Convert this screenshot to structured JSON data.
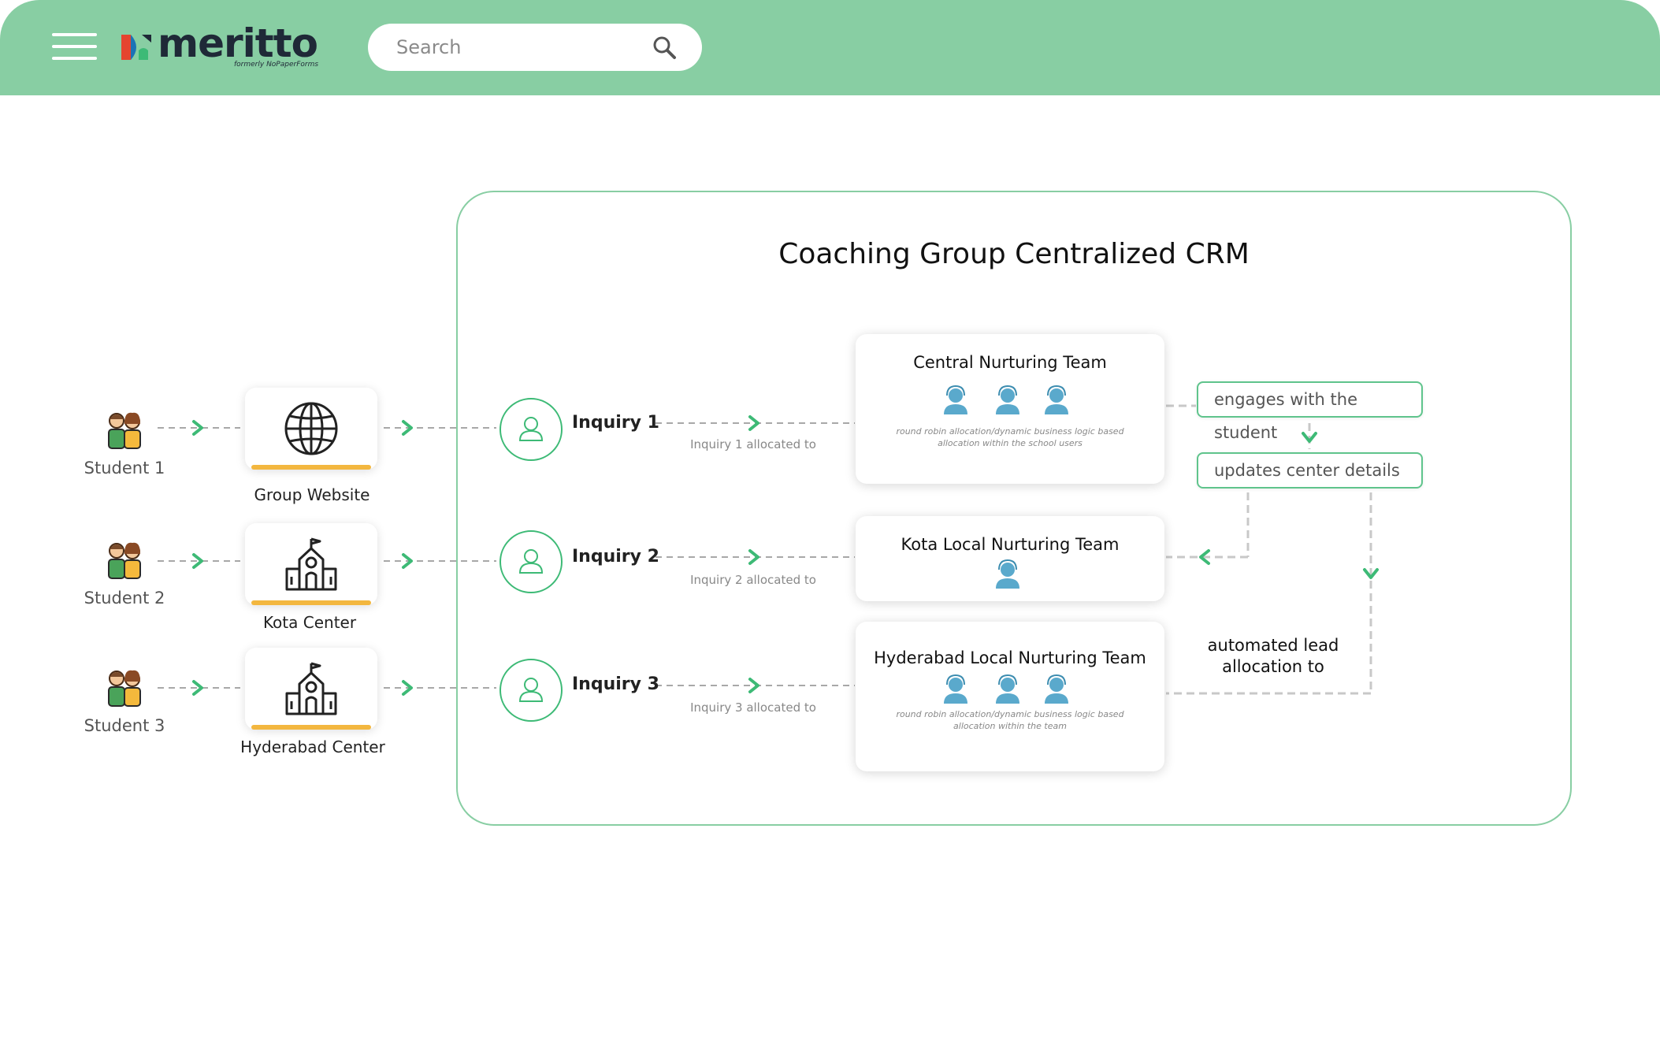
{
  "header": {
    "logo_text": "meritto",
    "logo_subtext": "formerly NoPaperForms",
    "search_placeholder": "Search"
  },
  "diagram": {
    "title": "Coaching Group Centralized CRM",
    "students": [
      {
        "label": "Student 1"
      },
      {
        "label": "Student 2"
      },
      {
        "label": "Student 3"
      }
    ],
    "channels": [
      {
        "label": "Group Website",
        "icon": "globe-icon"
      },
      {
        "label": "Kota Center",
        "icon": "school-building-icon"
      },
      {
        "label": "Hyderabad Center",
        "icon": "school-building-icon"
      }
    ],
    "inquiries": [
      {
        "label": "Inquiry 1",
        "allocation": "Inquiry 1 allocated to"
      },
      {
        "label": "Inquiry 2",
        "allocation": "Inquiry 2 allocated to"
      },
      {
        "label": "Inquiry 3",
        "allocation": "Inquiry 3 allocated to"
      }
    ],
    "teams": [
      {
        "title": "Central Nurturing Team",
        "note": "round robin allocation/dynamic business logic based allocation within the school users"
      },
      {
        "title": "Kota Local Nurturing Team",
        "note": ""
      },
      {
        "title": "Hyderabad Local Nurturing Team",
        "note": "round robin allocation/dynamic business logic based allocation within the team"
      }
    ],
    "actions": {
      "engages": "engages with the student",
      "updates": "updates center details"
    },
    "automated_label": "automated lead allocation to"
  },
  "colors": {
    "header_bg": "#88cea3",
    "accent_green": "#3dba76",
    "channel_bar": "#f3b73f",
    "agent_blue": "#5aa9cc",
    "dashed_line": "#c8c8c8"
  }
}
